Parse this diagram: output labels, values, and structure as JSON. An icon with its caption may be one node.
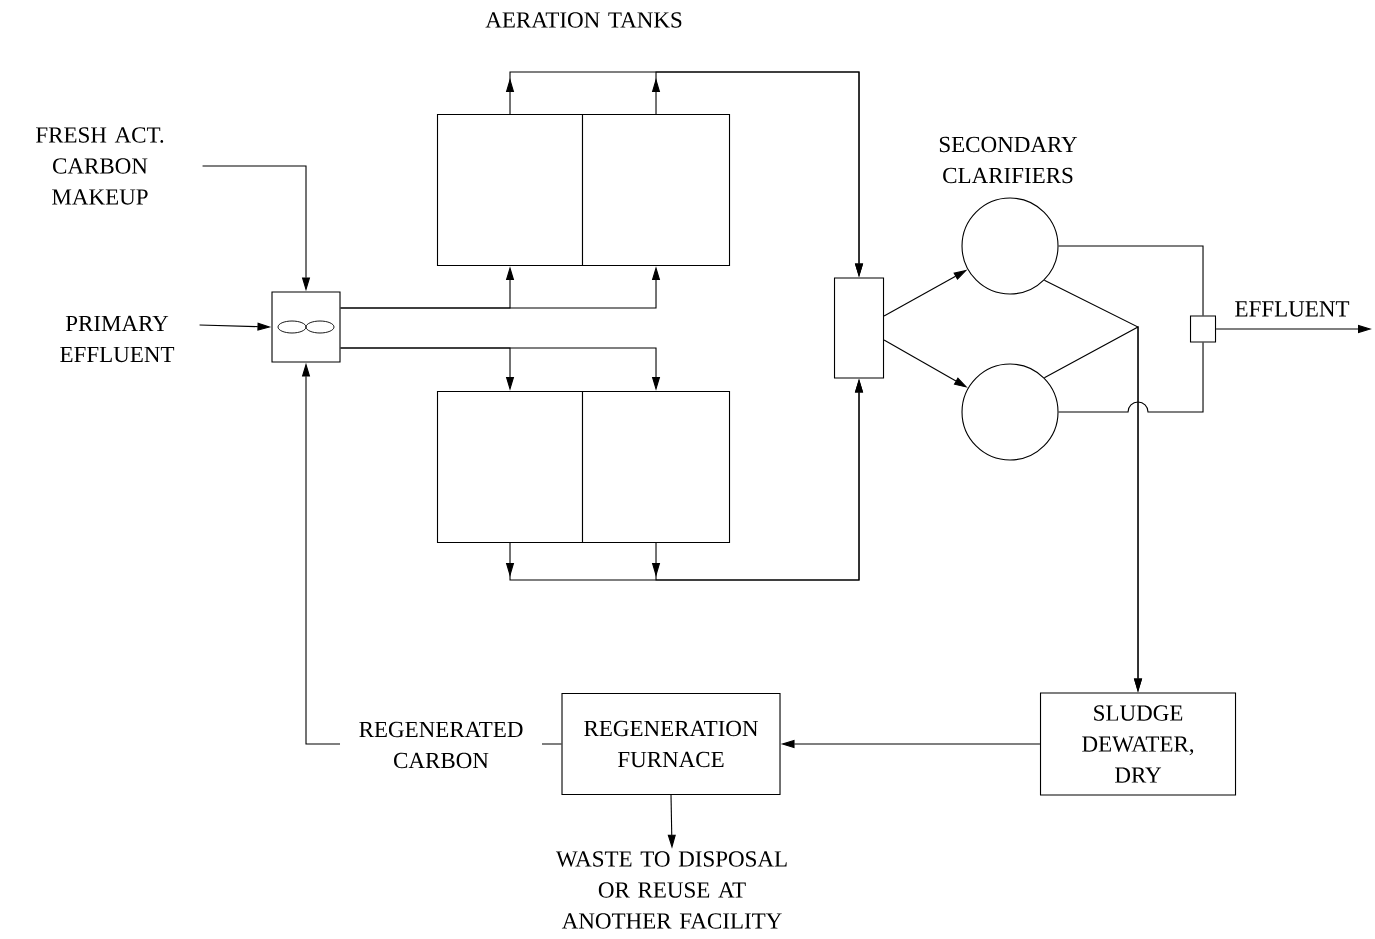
{
  "diagram": {
    "nodes": [
      {
        "text": [
          "FRESH ACT. CARBON MAKEUP"
        ]
      },
      {
        "text": [
          "PRIMARY EFFLUENT"
        ]
      },
      {
        "text": [],
        "shape": "box"
      },
      {
        "text": [],
        "shape": "box"
      },
      {
        "text": [],
        "shape": "box"
      },
      {
        "text": [],
        "shape": "box"
      },
      {
        "text": [],
        "shape": "box"
      },
      {
        "text": [],
        "shape": "box"
      },
      {
        "text": [],
        "shape": "circle"
      },
      {
        "text": [],
        "shape": "circle"
      },
      {
        "text": [],
        "shape": "box"
      },
      {
        "text": [
          "SLUDGE DEWATER, DRY"
        ]
      },
      {
        "text": [
          "REGENERATION FURNACE"
        ]
      },
      {
        "text": [
          "WASTE TO DISPOSAL OR REUSE AT ANOTHER FACILITY"
        ]
      }
    ],
    "edges": [
      {
        "from": 0,
        "to": 2,
        "arrow": "to"
      },
      {
        "from": 1,
        "to": 2,
        "arrow": "to"
      },
      {
        "from": 2,
        "to": 3,
        "arrow": "to"
      },
      {
        "from": 2,
        "to": 4,
        "arrow": "to"
      },
      {
        "from": 2,
        "to": 5,
        "arrow": "to"
      },
      {
        "from": 2,
        "to": 6,
        "arrow": "to"
      },
      {
        "from": 3,
        "to": 7,
        "arrow": "to"
      },
      {
        "from": 4,
        "to": 7,
        "arrow": "to"
      },
      {
        "from": 5,
        "to": 7,
        "arrow": "to"
      },
      {
        "from": 6,
        "to": 7,
        "arrow": "to"
      },
      {
        "from": 7,
        "to": 8,
        "arrow": "to"
      },
      {
        "from": 7,
        "to": 9,
        "arrow": "to"
      },
      {
        "from": 8,
        "to": 10,
        "arrow": "none"
      },
      {
        "from": 9,
        "to": 10,
        "arrow": "none"
      },
      {
        "from": 10,
        "to": null,
        "label": "EFFLUENT",
        "arrow": "to"
      },
      {
        "from": 8,
        "to": 11,
        "arrow": "to"
      },
      {
        "from": 9,
        "to": 11,
        "arrow": "to"
      },
      {
        "from": 11,
        "to": 12,
        "arrow": "to"
      },
      {
        "from": 12,
        "to": 2,
        "label": "REGENERATED CARBON",
        "arrow": "to"
      },
      {
        "from": 12,
        "to": 13,
        "arrow": "to"
      }
    ],
    "labels": [
      "AERATION TANKS",
      "SECONDARY CLARIFIERS"
    ]
  }
}
